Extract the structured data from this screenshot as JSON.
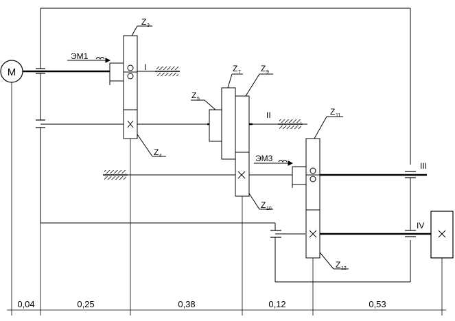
{
  "motor": {
    "label": "M"
  },
  "gears": {
    "z3": {
      "label": "Z",
      "sub": "3"
    },
    "z4": {
      "label": "Z",
      "sub": "4"
    },
    "z5": {
      "label": "Z",
      "sub": "5"
    },
    "z7": {
      "label": "Z",
      "sub": "7"
    },
    "z9": {
      "label": "Z",
      "sub": "9"
    },
    "z10": {
      "label": "Z",
      "sub": "10"
    },
    "z11": {
      "label": "Z",
      "sub": "11"
    },
    "z12": {
      "label": "Z",
      "sub": "12"
    }
  },
  "clutches": {
    "em1": "ЭМ1",
    "em3": "ЭМ3"
  },
  "shafts": {
    "i": "I",
    "ii": "II",
    "iii": "III",
    "iv": "IV"
  },
  "dimensions": [
    "0,04",
    "0,25",
    "0,38",
    "0,12",
    "0,53"
  ],
  "colors": {
    "line": "#000000",
    "background": "#ffffff"
  }
}
